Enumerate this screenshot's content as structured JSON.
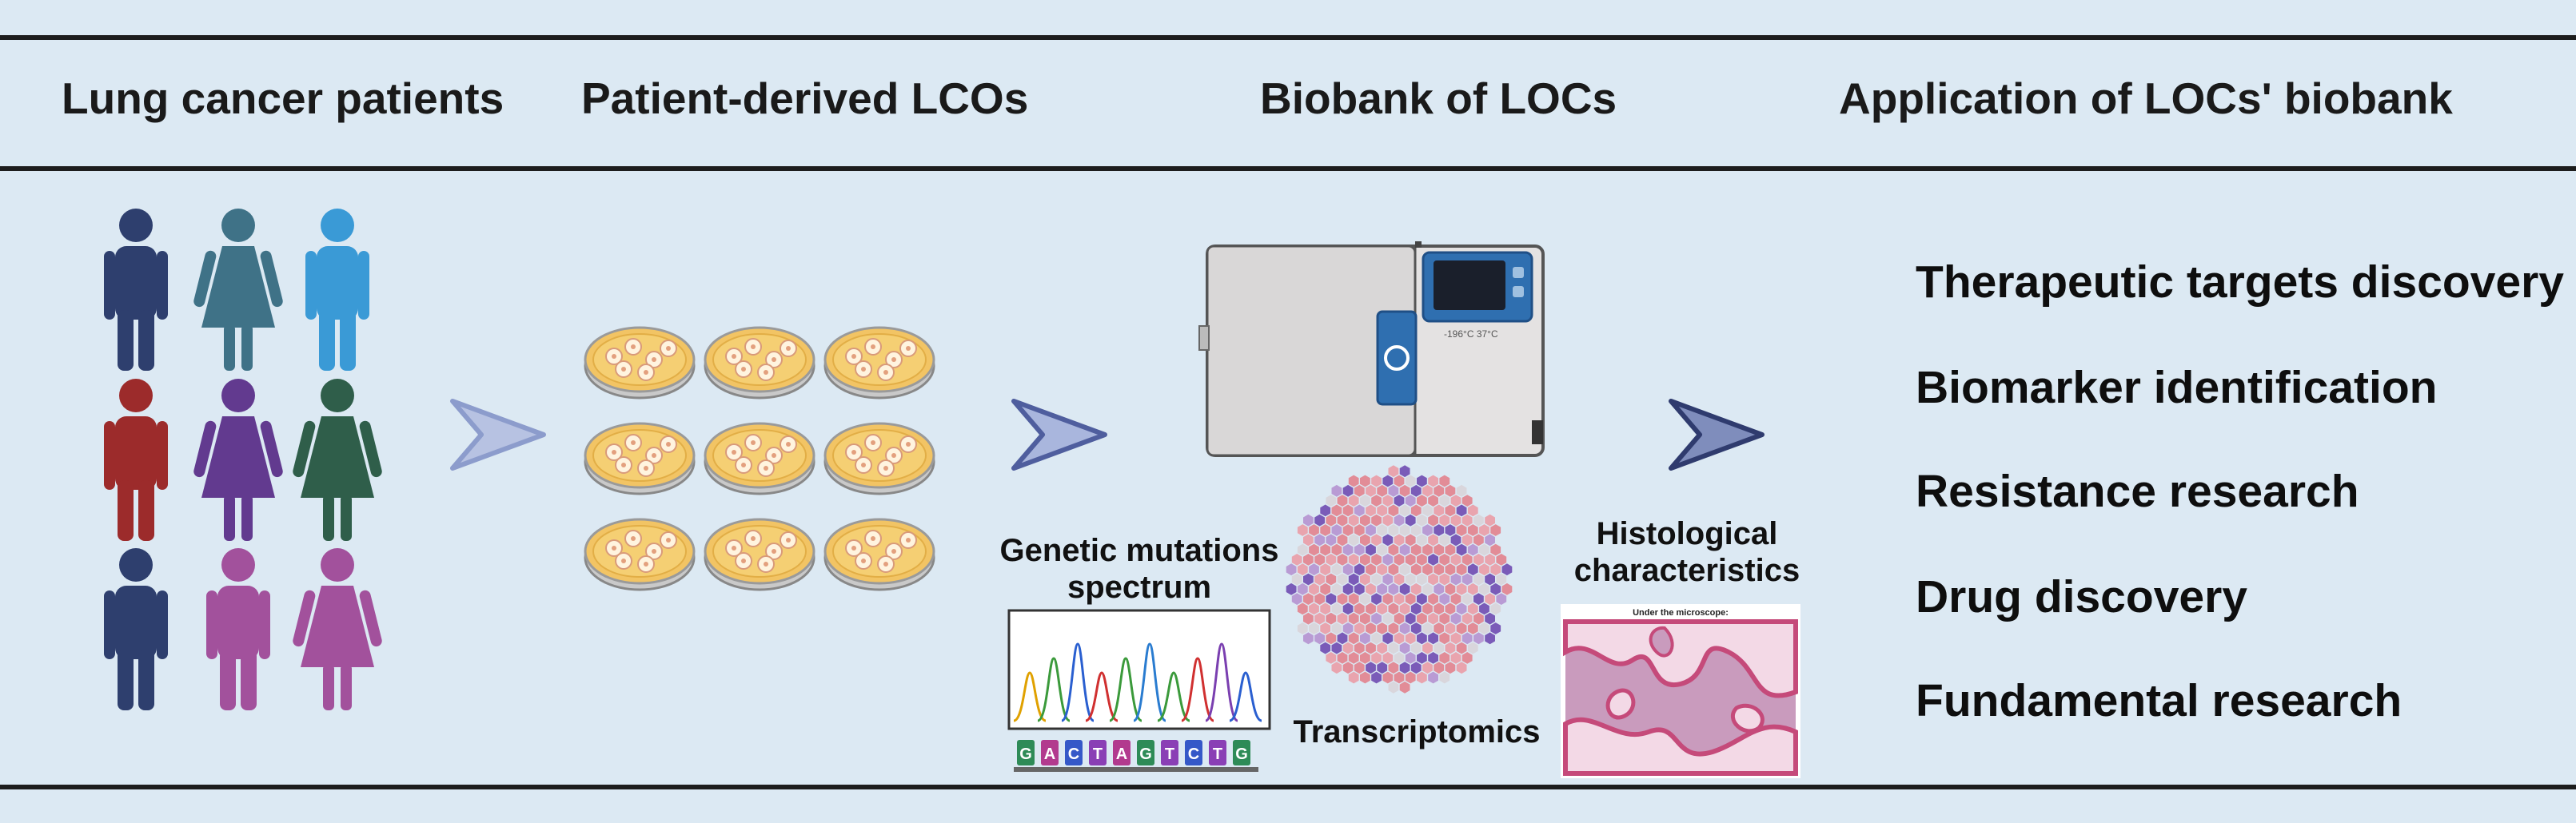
{
  "headers": [
    "Lung cancer patients",
    "Patient-derived  LCOs",
    "Biobank of  LOCs",
    "Application of LOCs' biobank"
  ],
  "applications": [
    "Therapeutic targets discovery",
    "Biomarker identification",
    "Resistance research",
    "Drug discovery",
    "Fundamental research"
  ],
  "labels": {
    "genetic_line1": "Genetic mutations",
    "genetic_line2": "spectrum",
    "transcriptomics": "Transcriptomics",
    "histo_line1": "Histological",
    "histo_line2": "characteristics",
    "microscope": "Under the microscope:",
    "freezer_temp": "-196°C   37°C"
  },
  "dna_bases": [
    "G",
    "A",
    "C",
    "T",
    "A",
    "G",
    "T",
    "C",
    "T",
    "G"
  ],
  "people": [
    {
      "type": "man",
      "color": "#2e3f6e"
    },
    {
      "type": "woman",
      "color": "#3f7287"
    },
    {
      "type": "man",
      "color": "#3a9ad6"
    },
    {
      "type": "man",
      "color": "#9c2b2b"
    },
    {
      "type": "woman",
      "color": "#623a8f"
    },
    {
      "type": "woman",
      "color": "#2f5e4a"
    },
    {
      "type": "man",
      "color": "#2e3f6e"
    },
    {
      "type": "man",
      "color": "#a2519c"
    },
    {
      "type": "woman",
      "color": "#a2519c"
    }
  ],
  "colors": {
    "background": "#dce9f3",
    "arrow1": "#8c9ccc",
    "arrow2": "#4f5e9e",
    "arrow3": "#2f3b6e",
    "dish_fill": "#f2c464",
    "tissue_pink": "#e28c97",
    "tissue_purple": "#7a5bb8"
  }
}
